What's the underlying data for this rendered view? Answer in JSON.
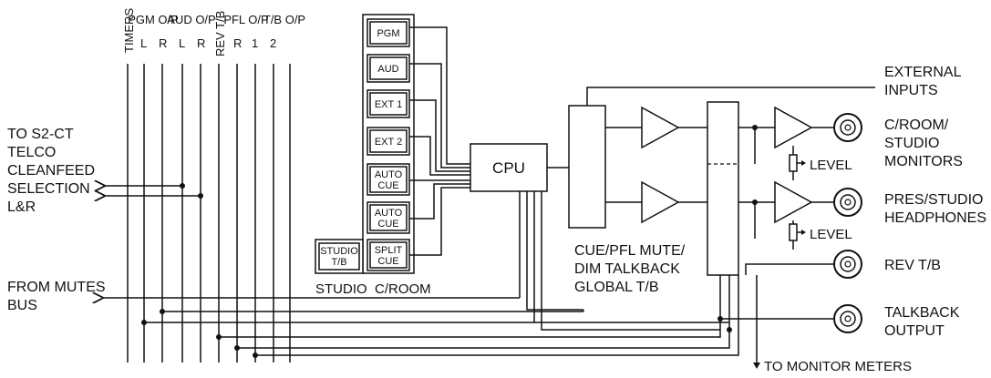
{
  "bus_labels": {
    "timers": "TIMERS",
    "pgm_op": "PGM O/P",
    "pgm_l": "L",
    "pgm_r": "R",
    "aud_op": "AUD O/P",
    "aud_l": "L",
    "aud_r": "R",
    "rev_tb": "REV T/B",
    "pfl_op": "PFL O/P",
    "pfl_r": "R",
    "tb_op": "T/B O/P",
    "tb_1": "1",
    "tb_2": "2"
  },
  "left_text": {
    "telco_line1": "TO S2-CT",
    "telco_line2": "TELCO",
    "telco_line3": "CLEANFEED",
    "telco_line4": "SELECTION",
    "telco_line5": "L&R",
    "mutes_line1": "FROM MUTES",
    "mutes_line2": "BUS"
  },
  "buttons": {
    "pgm": "PGM",
    "aud": "AUD",
    "ext1": "EXT 1",
    "ext2": "EXT 2",
    "autocue1_a": "AUTO",
    "autocue1_b": "CUE",
    "autocue2_a": "AUTO",
    "autocue2_b": "CUE",
    "splitcue_a": "SPLIT",
    "splitcue_b": "CUE",
    "studio_tb_a": "STUDIO",
    "studio_tb_b": "T/B",
    "panel_label": "STUDIO  C/ROOM"
  },
  "cpu": {
    "label": "CPU"
  },
  "right_text": {
    "ext_inputs_1": "EXTERNAL",
    "ext_inputs_2": "INPUTS",
    "croom_1": "C/ROOM/",
    "croom_2": "STUDIO",
    "croom_3": "MONITORS",
    "level_1": "LEVEL",
    "pres_1": "PRES/STUDIO",
    "pres_2": "HEADPHONES",
    "level_2": "LEVEL",
    "rev_tb": "REV T/B",
    "talkback_1": "TALKBACK",
    "talkback_2": "OUTPUT",
    "meters": "TO MONITOR METERS",
    "cue_1": "CUE/PFL MUTE/",
    "cue_2": "DIM TALKBACK",
    "cue_3": "GLOBAL T/B"
  }
}
